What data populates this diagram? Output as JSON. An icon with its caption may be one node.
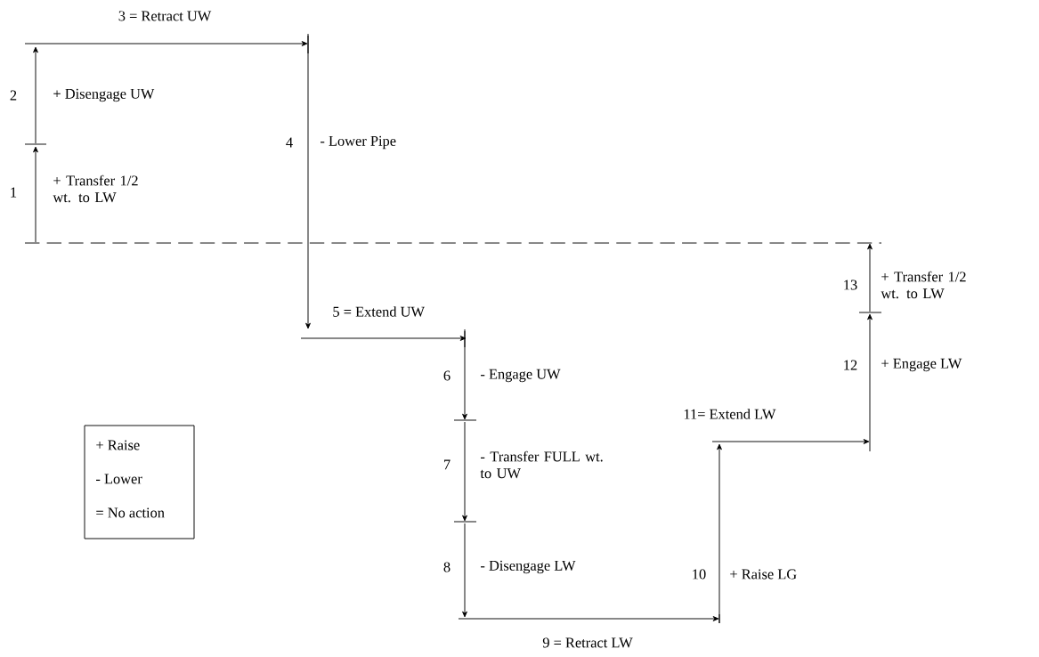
{
  "diagram": {
    "labels": [
      "3 = Retract UW",
      "2",
      "+ Disengage UW",
      "4",
      "- Lower Pipe",
      "1",
      "+ Transfer 1/2 wt. to LW",
      "13",
      "+ Transfer 1/2 wt. to LW",
      "5 = Extend UW",
      "12",
      "+ Engage LW",
      "6",
      "- Engage UW",
      "11= Extend LW",
      "7",
      "- Transfer FULL wt. to UW",
      "8",
      "- Disengage LW",
      "10",
      "+ Raise LG",
      "9 = Retract LW"
    ],
    "legend": [
      {
        "text": "+ Raise"
      },
      {
        "text": "- Lower"
      },
      {
        "text": "= No action"
      }
    ]
  }
}
